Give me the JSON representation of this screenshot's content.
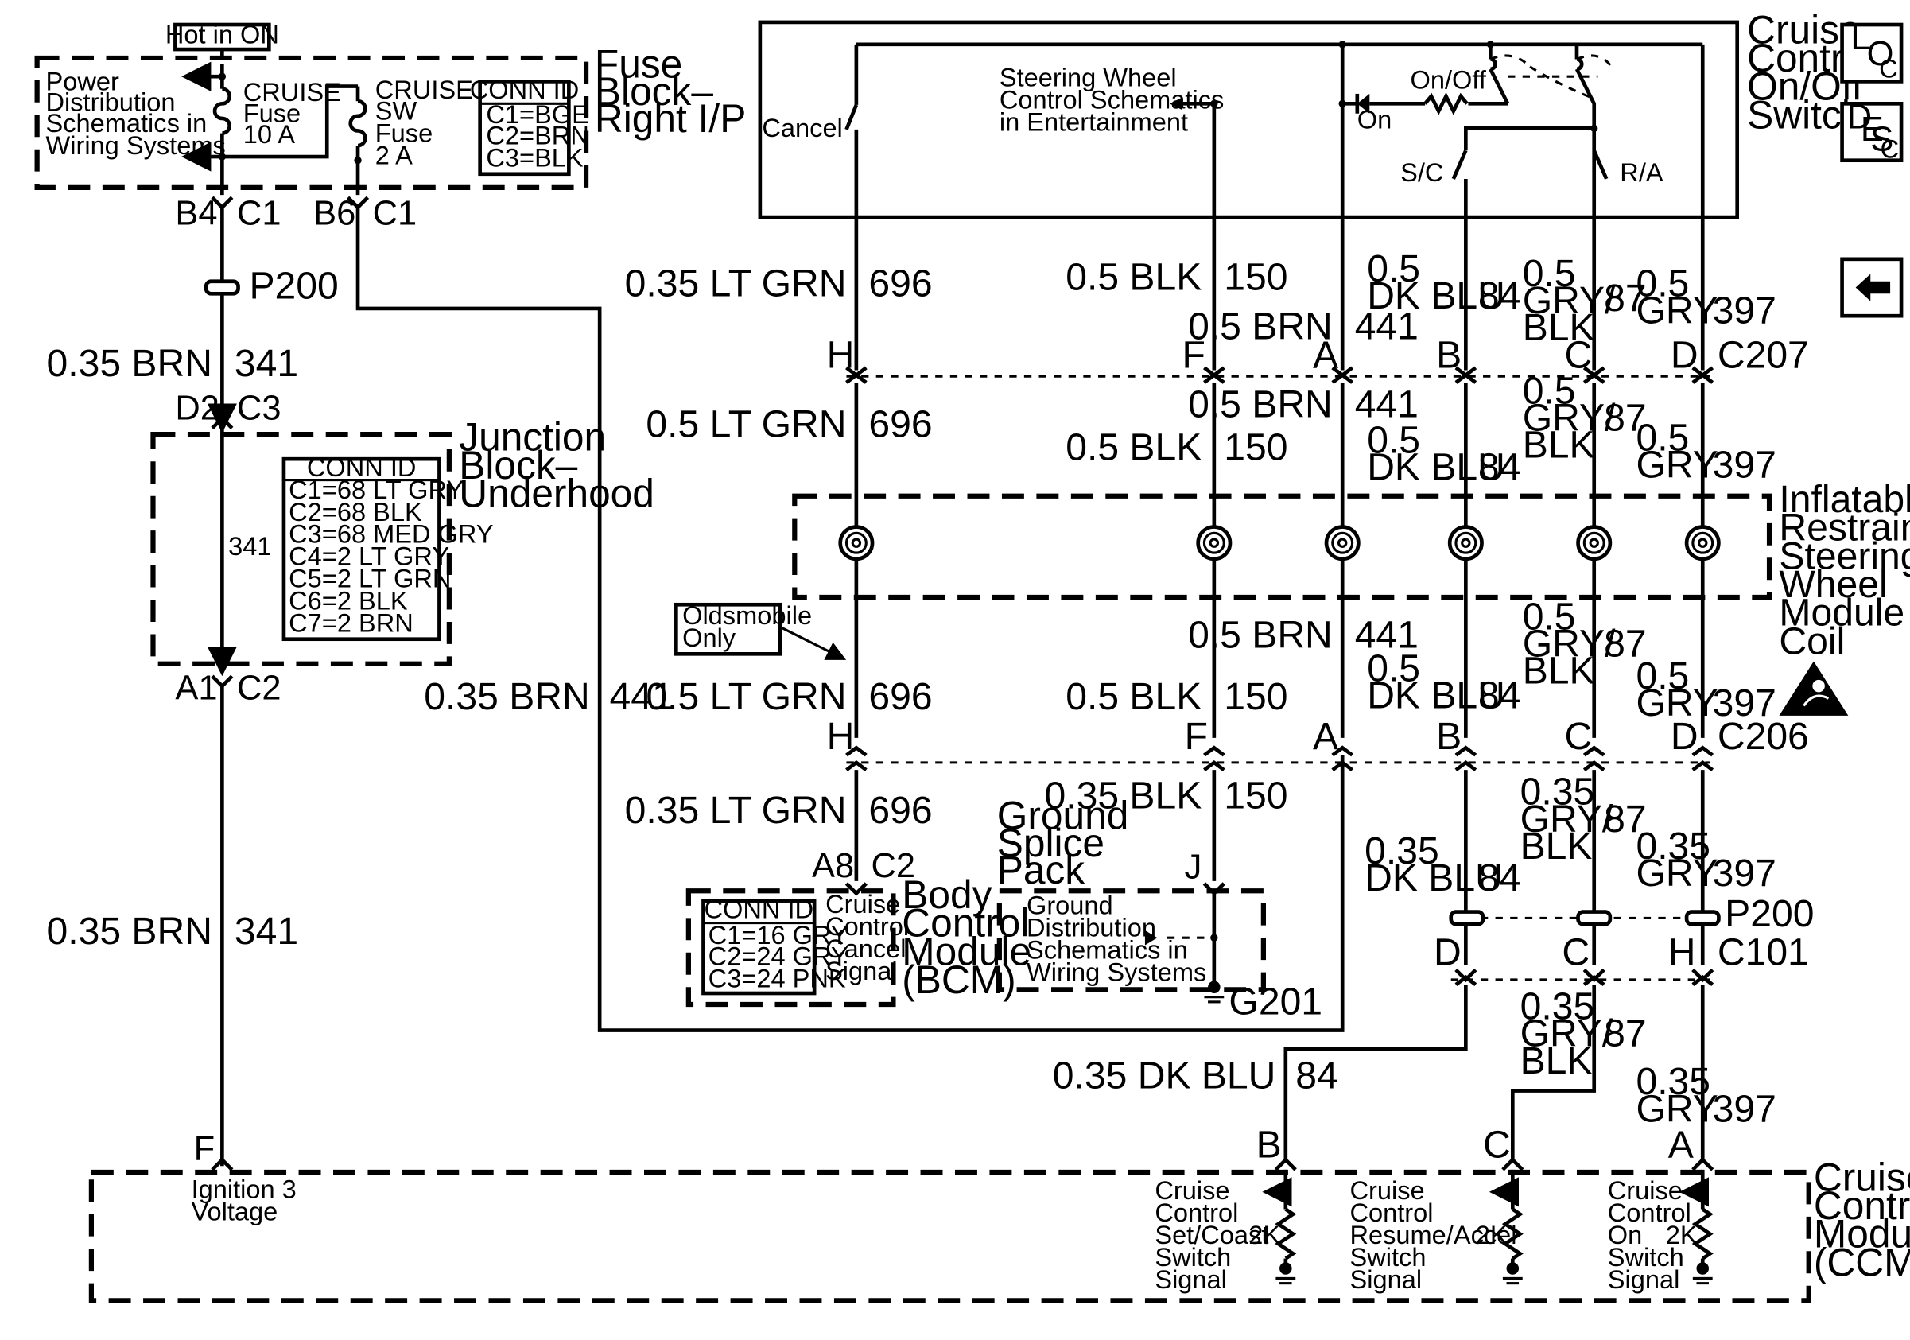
{
  "title": {
    "lines": [
      "Cruise",
      "Control",
      "On/Off",
      "Switch"
    ]
  },
  "loc_icon": {
    "l": "L",
    "o": "O",
    "c": "C",
    "name": "location-icon"
  },
  "desc_icon": {
    "d": "D",
    "e": "E",
    "s": "S",
    "c": "C",
    "name": "description-icon"
  },
  "back_button": {
    "icon": "left-arrow-icon"
  },
  "fuse_block": {
    "hot_in_on": "Hot in ON",
    "power_dist": [
      "Power",
      "Distribution",
      "Schematics in",
      "Wiring Systems"
    ],
    "cruise_fuse": [
      "CRUISE",
      "Fuse",
      "10 A"
    ],
    "cruise_sw_fuse": [
      "CRUISE",
      "SW",
      "Fuse",
      "2 A"
    ],
    "conn_id": {
      "header": "CONN ID",
      "rows": [
        "C1=BGE",
        "C2=BRN",
        "C3=BLK"
      ]
    },
    "label": [
      "Fuse",
      "Block–",
      "Right I/P"
    ],
    "pins": {
      "b4": "B4",
      "c1a": "C1",
      "b6": "B6",
      "c1b": "C1"
    }
  },
  "left_wires": {
    "p200": "P200",
    "w341a": {
      "gauge": "0.35 BRN",
      "circuit": "341"
    },
    "d2": "D2",
    "c3": "C3",
    "w341b": {
      "gauge": "0.35 BRN",
      "circuit": "341"
    },
    "a1": "A1",
    "c2": "C2",
    "f": "F",
    "jb_circuit": "341"
  },
  "junction_block": {
    "label": [
      "Junction",
      "Block–",
      "Underhood"
    ],
    "conn_id": {
      "header": "CONN ID",
      "rows": [
        "C1=68 LT GRY",
        "C2=68 BLK",
        "C3=68 MED GRY",
        "C4=2 LT GRY",
        "C5=2 LT GRN",
        "C6=2 BLK",
        "C7=2 BRN"
      ]
    }
  },
  "w441_long": {
    "gauge": "0.35 BRN",
    "circuit": "441"
  },
  "switch": {
    "cancel": "Cancel",
    "steering_note": [
      "Steering Wheel",
      "Control Schematics",
      "in Entertainment"
    ],
    "on_off": "On/Off",
    "on": "On",
    "sc": "S/C",
    "ra": "R/A"
  },
  "upper_wires": {
    "w696": {
      "gauge": "0.35 LT GRN",
      "circuit": "696"
    },
    "w150": {
      "gauge": "0.5 BLK",
      "circuit": "150"
    },
    "w441": {
      "gauge": "0.5 BRN",
      "circuit": "441"
    },
    "w84": {
      "gauge": [
        "0.5",
        "DK BLU"
      ],
      "circuit": "84"
    },
    "w87": {
      "gauge": [
        "0.5",
        "GRY/",
        "BLK"
      ],
      "circuit": "87"
    },
    "w397": {
      "gauge": [
        "0.5",
        "GRY"
      ],
      "circuit": "397"
    }
  },
  "c207": {
    "pins": [
      "H",
      "F",
      "A",
      "B",
      "C",
      "D"
    ],
    "name": "C207"
  },
  "mid_wires": {
    "w696": {
      "gauge": "0.5 LT GRN",
      "circuit": "696"
    },
    "w441": {
      "gauge": "0.5 BRN",
      "circuit": "441"
    },
    "w150": {
      "gauge": "0.5 BLK",
      "circuit": "150"
    },
    "w84": {
      "gauge": [
        "0.5",
        "DK BLU"
      ],
      "circuit": "84"
    },
    "w87": {
      "gauge": [
        "0.5",
        "GRY/",
        "BLK"
      ],
      "circuit": "87"
    },
    "w397": {
      "gauge": [
        "0.5",
        "GRY"
      ],
      "circuit": "397"
    }
  },
  "coil": {
    "label": [
      "Inflatable",
      "Restraint",
      "Steering",
      "Wheel",
      "Module",
      "Coil"
    ],
    "icon": "airbag-warning-icon"
  },
  "oldsmobile": [
    "Oldsmobile",
    "Only"
  ],
  "low_wires": {
    "w696": {
      "gauge": "0.5 LT GRN",
      "circuit": "696"
    },
    "w441": {
      "gauge": "0.5 BRN",
      "circuit": "441"
    },
    "w150": {
      "gauge": "0.5 BLK",
      "circuit": "150"
    },
    "w84": {
      "gauge": [
        "0.5",
        "DK BLU"
      ],
      "circuit": "84"
    },
    "w87": {
      "gauge": [
        "0.5",
        "GRY/",
        "BLK"
      ],
      "circuit": "87"
    },
    "w397": {
      "gauge": [
        "0.5",
        "GRY"
      ],
      "circuit": "397"
    }
  },
  "c206": {
    "pins": [
      "H",
      "F",
      "A",
      "B",
      "C",
      "D"
    ],
    "name": "C206"
  },
  "bottom_wires": {
    "w696": {
      "gauge": "0.35 LT GRN",
      "circuit": "696"
    },
    "w150": {
      "gauge": "0.35 BLK",
      "circuit": "150"
    },
    "w84": {
      "gauge": [
        "0.35",
        "DK BLU"
      ],
      "circuit": "84"
    },
    "w87": {
      "gauge": [
        "0.35",
        "GRY/",
        "BLK"
      ],
      "circuit": "87"
    },
    "w397": {
      "gauge": [
        "0.35",
        "GRY"
      ],
      "circuit": "397"
    }
  },
  "bcm": {
    "a8": "A8",
    "c2": "C2",
    "conn_id": {
      "header": "CONN ID",
      "rows": [
        "C1=16 GRY",
        "C2=24 GRY",
        "C3=24 PNK"
      ]
    },
    "signal": [
      "Cruise",
      "Control",
      "Cancel",
      "Signal"
    ],
    "label": [
      "Body",
      "Control",
      "Module",
      "(BCM)"
    ]
  },
  "ground_splice": {
    "label": [
      "Ground",
      "Splice",
      "Pack"
    ],
    "j": "J",
    "note": [
      "Ground",
      "Distribution",
      "Schematics in",
      "Wiring Systems"
    ],
    "g201": "G201"
  },
  "c101": {
    "pins": [
      "D",
      "C",
      "H"
    ],
    "name": "C101",
    "p200": "P200"
  },
  "ccm_wires": {
    "w84": {
      "gauge": "0.35 DK BLU",
      "circuit": "84"
    },
    "w87": {
      "gauge": [
        "0.35",
        "GRY/",
        "BLK"
      ],
      "circuit": "87"
    },
    "w397": {
      "gauge": [
        "0.35",
        "GRY"
      ],
      "circuit": "397"
    }
  },
  "ccm": {
    "pins": {
      "f": "F",
      "b": "B",
      "c": "C",
      "a": "A"
    },
    "ign": [
      "Ignition 3",
      "Voltage"
    ],
    "set": [
      "Cruise",
      "Control",
      "Set/Coast",
      "Switch",
      "Signal"
    ],
    "res": [
      "Cruise",
      "Control",
      "Resume/Accel",
      "Switch",
      "Signal"
    ],
    "on": [
      "Cruise",
      "Control",
      "On",
      "Switch",
      "Signal"
    ],
    "r": "2K",
    "label": [
      "Cruise",
      "Control",
      "Module",
      "(CCM)"
    ]
  }
}
